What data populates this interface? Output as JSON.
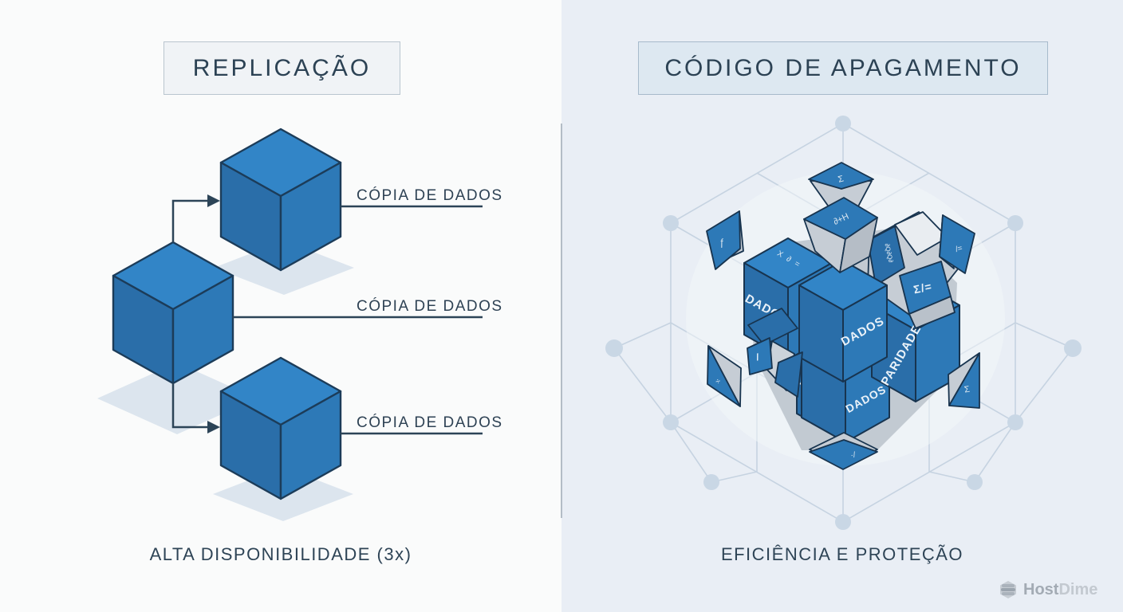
{
  "left": {
    "title": "REPLICAÇÃO",
    "copy_labels": [
      "CÓPIA DE DADOS",
      "CÓPIA DE DADOS",
      "CÓPIA DE DADOS"
    ],
    "caption": "ALTA DISPONIBILIDADE (3x)"
  },
  "right": {
    "title": "CÓDIGO DE APAGAMENTO",
    "caption": "EFICIÊNCIA E PROTEÇÃO",
    "cubes": {
      "data_top_left": "DADOS",
      "data_center": "DADOS",
      "data_bottom_left": "DADOS",
      "data_bottom_right": "DADOS",
      "parity": "PARIDADE"
    },
    "fragments": {
      "top_face_formula": "X ∂ =",
      "sigma_top": "Σ",
      "pyramid_formula": "∂+H",
      "glyph_column": "∂Q∂Q∂",
      "sigma_slash_eq": "Σ/=",
      "left_f": "ƒ",
      "right_slash_eq": "/=",
      "divide": "÷",
      "sigma_right": "Σ",
      "bottom_dot_slash": "·/",
      "shard_slash": "/"
    }
  },
  "logo": {
    "part1": "Host",
    "part2": "Dime"
  },
  "colors": {
    "cube_top": "#3285c7",
    "cube_left": "#2a6ea9",
    "cube_right": "#2d79b7",
    "cube_outline": "#1c3c59",
    "shadow": "#dce5ee",
    "text_dark": "#2e4254",
    "panel_left_bg": "#fafbfb",
    "panel_right_bg": "#e9eef5",
    "wireframe": "#c6d3e1",
    "gray_face": "#c6cdd5"
  }
}
